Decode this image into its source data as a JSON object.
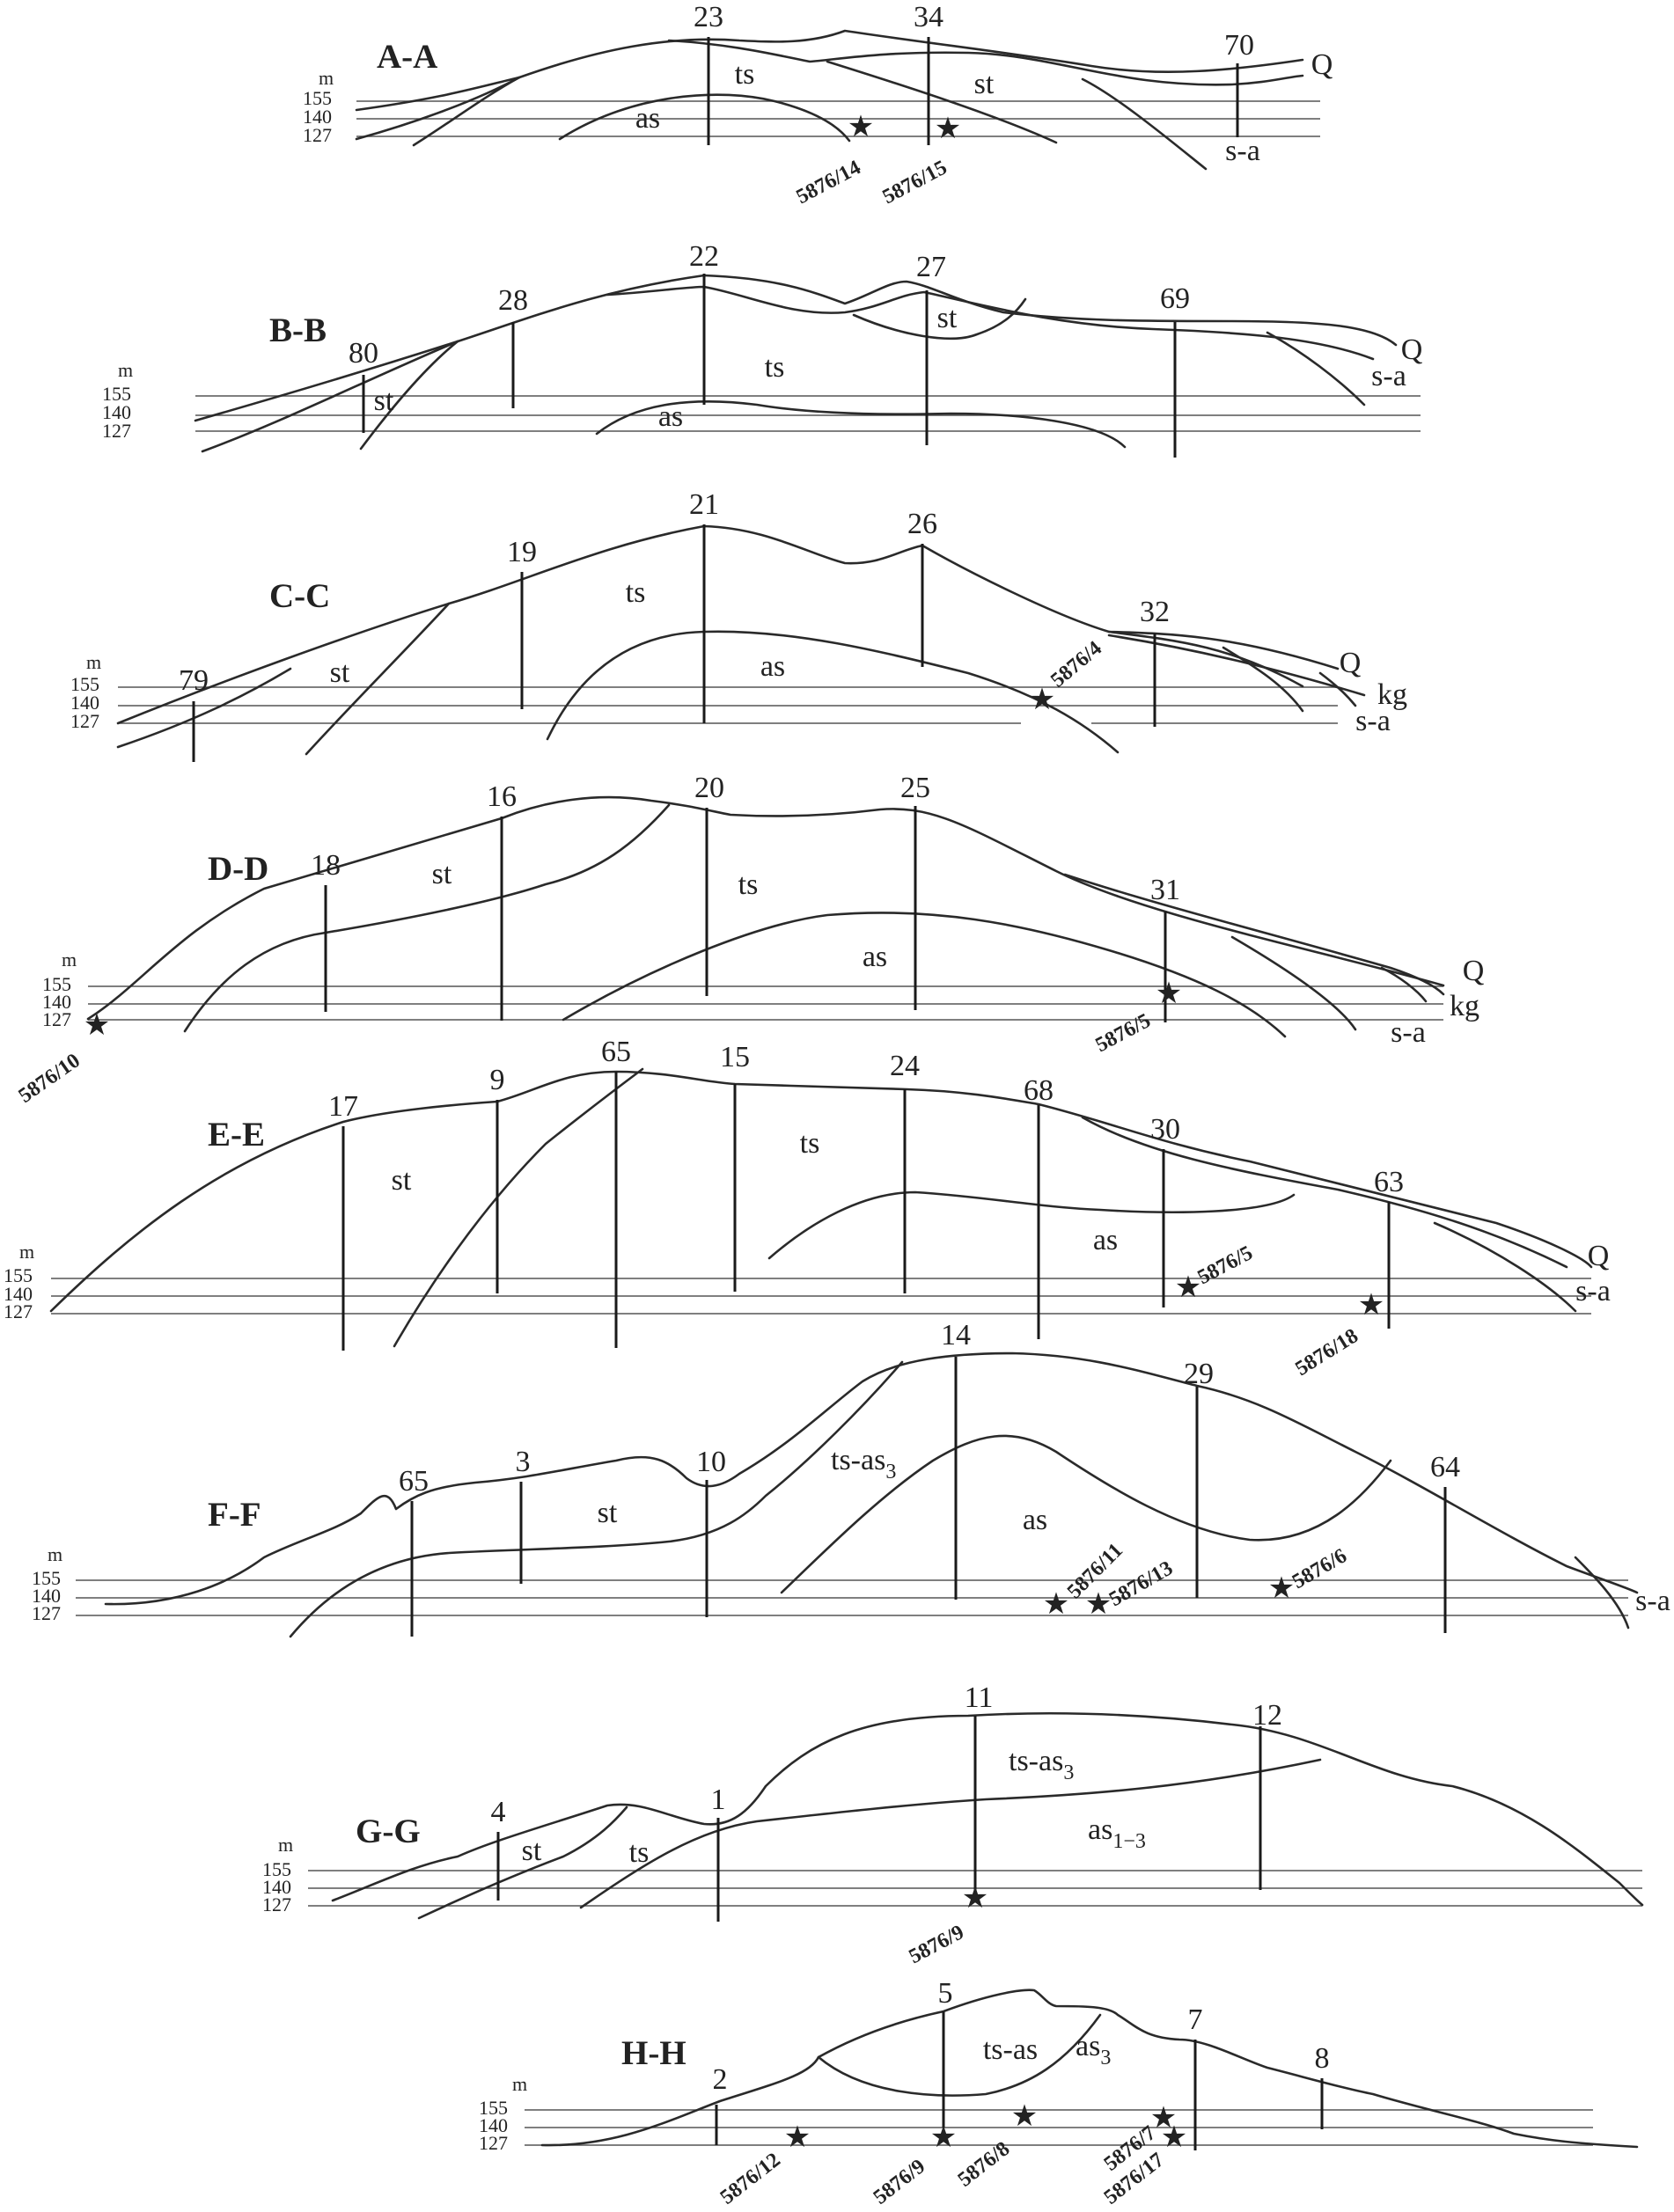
{
  "sections": [
    {
      "title": "A-A",
      "scale": [
        "m",
        "155",
        "140",
        "127"
      ],
      "wells": [
        "23",
        "34",
        "70"
      ],
      "units": [
        "ts",
        "st",
        "as",
        "Q"
      ],
      "outcrop": "s-a",
      "samples": [
        "5876/14",
        "5876/15"
      ]
    },
    {
      "title": "B-B",
      "scale": [
        "m",
        "155",
        "140",
        "127"
      ],
      "wells": [
        "80",
        "28",
        "22",
        "27",
        "69"
      ],
      "units": [
        "st",
        "ts",
        "as",
        "st",
        "Q",
        "s-a"
      ],
      "samples": []
    },
    {
      "title": "C-C",
      "scale": [
        "m",
        "155",
        "140",
        "127"
      ],
      "wells": [
        "79",
        "19",
        "21",
        "26",
        "32"
      ],
      "units": [
        "ts",
        "st",
        "as",
        "Q",
        "kg",
        "s-a"
      ],
      "samples": [
        "5876/4"
      ]
    },
    {
      "title": "D-D",
      "scale": [
        "m",
        "155",
        "140",
        "127"
      ],
      "wells": [
        "18",
        "16",
        "20",
        "25",
        "31"
      ],
      "units": [
        "st",
        "ts",
        "as",
        "Q",
        "kg",
        "s-a"
      ],
      "samples": [
        "5876/10",
        "5876/5"
      ]
    },
    {
      "title": "E-E",
      "scale": [
        "m",
        "155",
        "140",
        "127"
      ],
      "wells": [
        "17",
        "9",
        "65",
        "15",
        "24",
        "68",
        "30",
        "63"
      ],
      "units": [
        "st",
        "ts",
        "as",
        "Q",
        "s-a"
      ],
      "samples": [
        "5876/5",
        "5876/18"
      ]
    },
    {
      "title": "F-F",
      "scale": [
        "m",
        "155",
        "140",
        "127"
      ],
      "wells": [
        "65",
        "3",
        "10",
        "14",
        "29",
        "64"
      ],
      "units": [
        "st",
        "as",
        "s-a"
      ],
      "unit_sub": {
        "base": "ts-as",
        "sub": "3"
      },
      "samples": [
        "5876/11",
        "5876/13",
        "5876/6"
      ]
    },
    {
      "title": "G-G",
      "scale": [
        "m",
        "155",
        "140",
        "127"
      ],
      "wells": [
        "4",
        "1",
        "11",
        "12"
      ],
      "units": [
        "st",
        "ts"
      ],
      "unit_sub": {
        "base": "ts-as",
        "sub": "3"
      },
      "unit_sub2": {
        "base": "as",
        "sub": "1−3"
      },
      "samples": [
        "5876/9"
      ]
    },
    {
      "title": "H-H",
      "scale": [
        "m",
        "155",
        "140",
        "127"
      ],
      "wells": [
        "2",
        "5",
        "7",
        "8"
      ],
      "units": [
        "ts-as"
      ],
      "unit_sub": {
        "base": "as",
        "sub": "3"
      },
      "samples": [
        "5876/12",
        "5876/9",
        "5876/8",
        "5876/7",
        "5876/17"
      ]
    }
  ],
  "marker_symbol": "★"
}
